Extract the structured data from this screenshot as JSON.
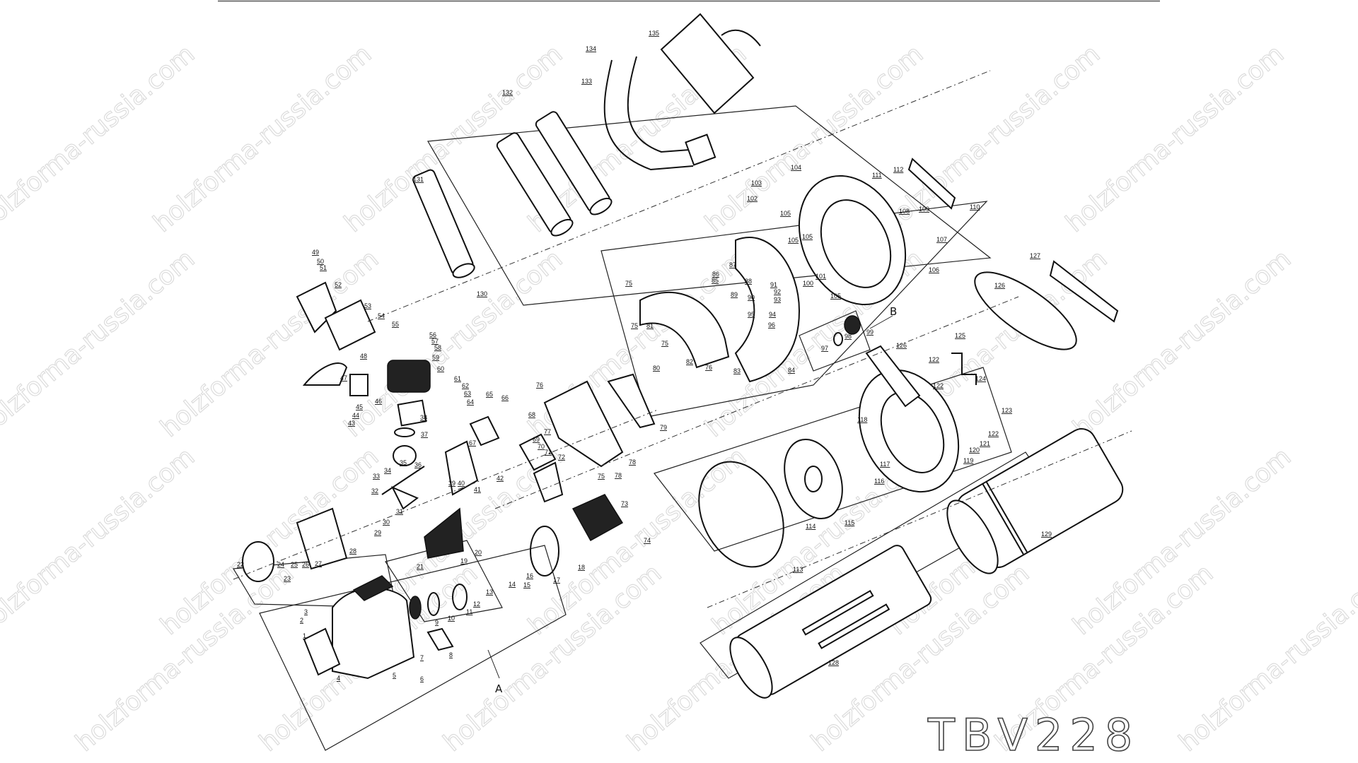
{
  "title": "TBV228",
  "watermark": "holzforma-russia.com",
  "group_labels": {
    "a": "A",
    "b": "B"
  },
  "callouts": [
    "131",
    "132",
    "133",
    "134",
    "135",
    "130",
    "49",
    "50",
    "51",
    "52",
    "53",
    "54",
    "55",
    "56",
    "57",
    "58",
    "48",
    "59",
    "60",
    "47",
    "61",
    "62",
    "63",
    "64",
    "65",
    "66",
    "46",
    "45",
    "44",
    "43",
    "38",
    "37",
    "67",
    "68",
    "76",
    "77",
    "69",
    "70",
    "71",
    "72",
    "35",
    "36",
    "34",
    "33",
    "39",
    "40",
    "41",
    "42",
    "32",
    "31",
    "30",
    "29",
    "28",
    "73",
    "74",
    "18",
    "17",
    "16",
    "15",
    "14",
    "13",
    "12",
    "11",
    "10",
    "9",
    "8",
    "7",
    "6",
    "5",
    "4",
    "3",
    "2",
    "1",
    "19",
    "20",
    "21",
    "22",
    "23",
    "24",
    "25",
    "26",
    "27",
    "75",
    "75",
    "75",
    "75",
    "78",
    "79",
    "78",
    "81",
    "82",
    "80",
    "76",
    "83",
    "84",
    "85",
    "86",
    "87",
    "88",
    "89",
    "90",
    "91",
    "92",
    "93",
    "94",
    "95",
    "96",
    "97",
    "98",
    "99",
    "100",
    "101",
    "102",
    "103",
    "104",
    "105",
    "105",
    "105",
    "105",
    "111",
    "112",
    "110",
    "108",
    "109",
    "107",
    "106",
    "126",
    "125",
    "122",
    "122",
    "124",
    "123",
    "122",
    "121",
    "120",
    "119",
    "118",
    "117",
    "116",
    "115",
    "114",
    "113",
    "126",
    "127",
    "129",
    "128"
  ]
}
